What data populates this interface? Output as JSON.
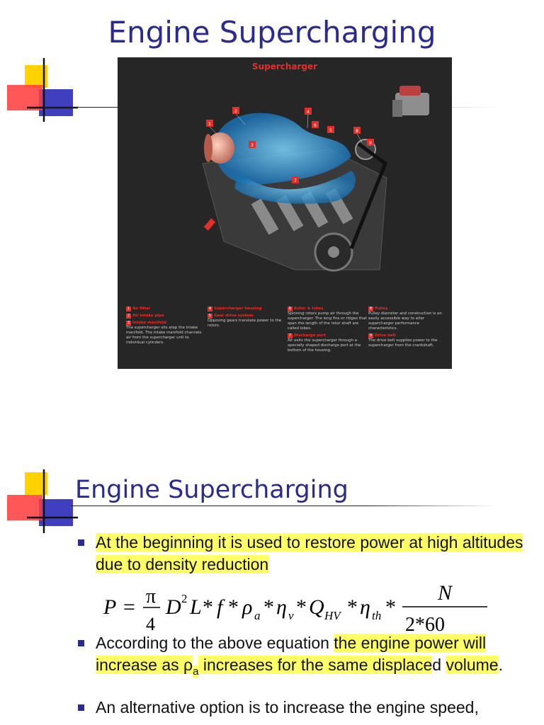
{
  "slide1": {
    "title": "Engine Supercharging",
    "image": {
      "heading": "Supercharger",
      "callouts": [
        "1",
        "2",
        "3",
        "4",
        "5",
        "6",
        "7",
        "8",
        "9"
      ],
      "legend": [
        {
          "num": "1",
          "title": "Air filter",
          "body": ""
        },
        {
          "num": "2",
          "title": "Air intake pipe",
          "body": ""
        },
        {
          "num": "3",
          "title": "Intake manifold",
          "body": "The supercharger sits atop the intake manifold. The intake manifold channels air from the supercharger unit to individual cylinders."
        },
        {
          "num": "4",
          "title": "Supercharger housing",
          "body": ""
        },
        {
          "num": "5",
          "title": "Gear drive system",
          "body": "Opposing gears translate power to the rotors."
        },
        {
          "num": "6",
          "title": "Rotor & lobes",
          "body": "Spinning rotors pump air through the supercharger. The long fins or ridges that span the length of the rotor shaft are called lobes."
        },
        {
          "num": "7",
          "title": "Discharge port",
          "body": "Air exits the supercharger through a specially shaped discharge port at the bottom of the housing."
        },
        {
          "num": "8",
          "title": "Pulley",
          "body": "Pulley diameter and construction is an easily accessible way to alter supercharger performance characteristics."
        },
        {
          "num": "9",
          "title": "Drive belt",
          "body": "The drive belt supplies power to the supercharger from the crankshaft."
        }
      ]
    }
  },
  "slide2": {
    "title": "Engine Supercharging",
    "bullet1": "At the beginning it is used to restore power at high altitudes due to density reduction",
    "bullet2_pre": "According to the above equation ",
    "bullet2_hl1": "the engine power will increase as ρ",
    "bullet2_sub": "a",
    "bullet2_hl2": " increases for the same displace",
    "bullet2_mid": "d ",
    "bullet2_hl3": "volume",
    "bullet2_post": ".",
    "bullet3": "An alternative option is to increase the engine speed,",
    "formula": {
      "lhs": "P",
      "eq": "=",
      "pi": "π",
      "four": "4",
      "D": "D",
      "sq": "2",
      "L": "L",
      "star": "*",
      "f": "f",
      "rho": "ρ",
      "a": "a",
      "eta": "η",
      "v": "v",
      "Q": "Q",
      "HV": "HV",
      "th": "th",
      "N": "N",
      "den": "2*60"
    }
  },
  "colors": {
    "title": "#2b2b8f",
    "highlight": "#ffff66",
    "bullet": "#2b2b8f",
    "accent_red": "#e0302a"
  }
}
